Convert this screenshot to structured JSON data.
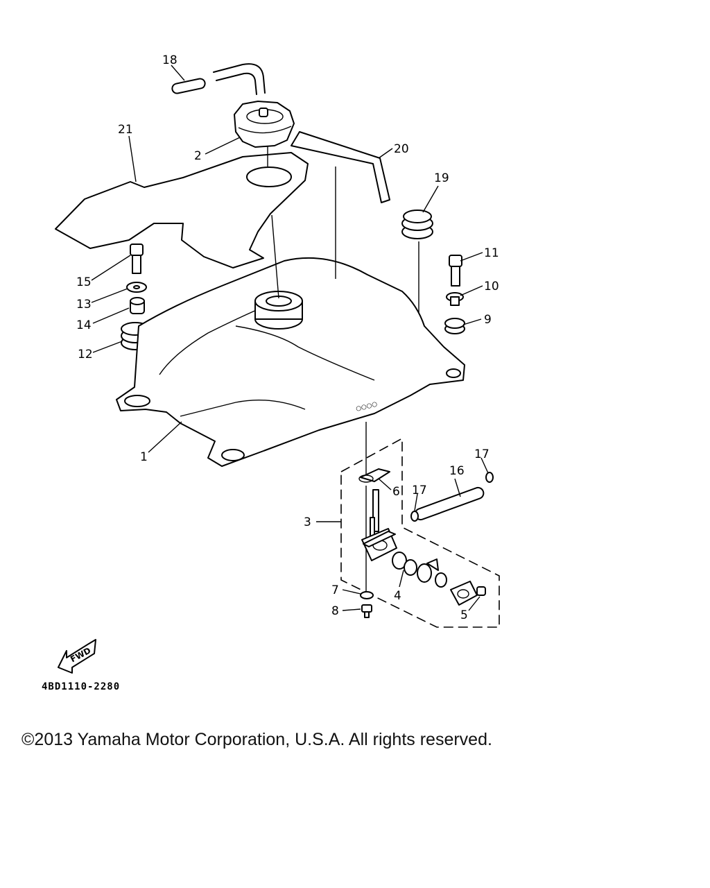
{
  "diagram": {
    "callouts": [
      {
        "id": "c18",
        "label": "18"
      },
      {
        "id": "c21",
        "label": "21"
      },
      {
        "id": "c2",
        "label": "2"
      },
      {
        "id": "c20",
        "label": "20"
      },
      {
        "id": "c19",
        "label": "19"
      },
      {
        "id": "c11",
        "label": "11"
      },
      {
        "id": "c10",
        "label": "10"
      },
      {
        "id": "c9",
        "label": "9"
      },
      {
        "id": "c15",
        "label": "15"
      },
      {
        "id": "c13",
        "label": "13"
      },
      {
        "id": "c14",
        "label": "14"
      },
      {
        "id": "c12",
        "label": "12"
      },
      {
        "id": "c1",
        "label": "1"
      },
      {
        "id": "c6",
        "label": "6"
      },
      {
        "id": "c17a",
        "label": "17"
      },
      {
        "id": "c17b",
        "label": "17"
      },
      {
        "id": "c16",
        "label": "16"
      },
      {
        "id": "c3",
        "label": "3"
      },
      {
        "id": "c4",
        "label": "4"
      },
      {
        "id": "c7",
        "label": "7"
      },
      {
        "id": "c8",
        "label": "8"
      },
      {
        "id": "c5",
        "label": "5"
      }
    ],
    "fwd_label": "FWD",
    "part_code": "4BD1110-2280"
  },
  "footer": {
    "copyright": "©2013 Yamaha Motor Corporation, U.S.A. All rights reserved."
  }
}
